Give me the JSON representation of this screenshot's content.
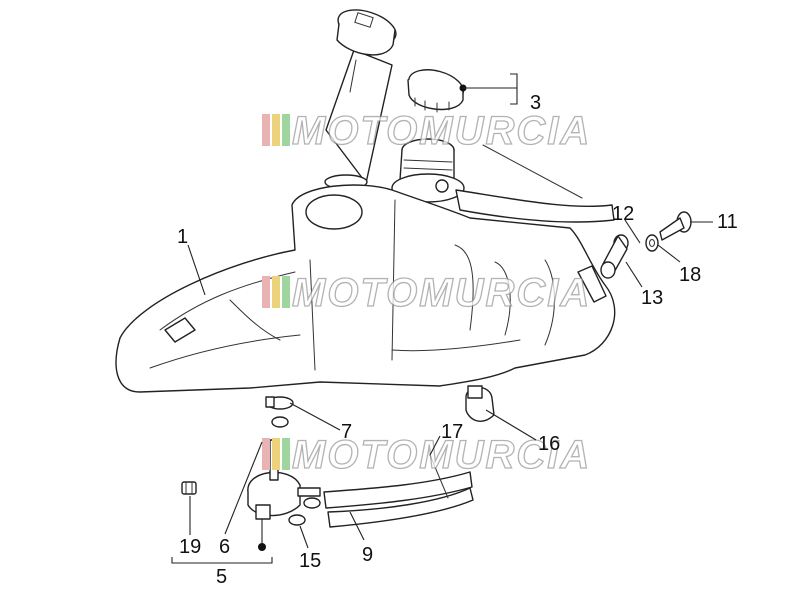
{
  "diagram": {
    "callouts": [
      {
        "id": "c1",
        "label": "1"
      },
      {
        "id": "c3",
        "label": "3"
      },
      {
        "id": "c5",
        "label": "5"
      },
      {
        "id": "c6",
        "label": "6"
      },
      {
        "id": "c7",
        "label": "7"
      },
      {
        "id": "c9",
        "label": "9"
      },
      {
        "id": "c11",
        "label": "11"
      },
      {
        "id": "c12",
        "label": "12"
      },
      {
        "id": "c13",
        "label": "13"
      },
      {
        "id": "c15",
        "label": "15"
      },
      {
        "id": "c16",
        "label": "16"
      },
      {
        "id": "c17",
        "label": "17"
      },
      {
        "id": "c18",
        "label": "18"
      },
      {
        "id": "c19",
        "label": "19"
      }
    ]
  },
  "watermark": {
    "text": "MOTOMURCIA",
    "colors": [
      "#e9b3b3",
      "#ecd27a",
      "#9fd59f"
    ]
  }
}
